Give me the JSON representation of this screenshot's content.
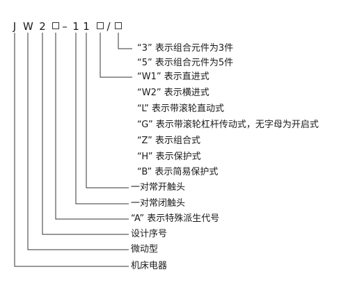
{
  "code": {
    "c1": "J",
    "c2": "W",
    "c3": "2",
    "c5": "–",
    "c6": "1",
    "c7": "1",
    "c9": "/"
  },
  "labels": {
    "qty3": "“3” 表示组合元件为3件",
    "qty5": "“5” 表示组合元件为5件",
    "w1": "“W1” 表示直进式",
    "w2": "“W2” 表示横进式",
    "l": "“L” 表示带滚轮直动式",
    "g": "“G” 表示带滚轮杠杆传动式，无字母为开启式",
    "z": "“Z” 表示组合式",
    "h": "“H” 表示保护式",
    "b": "“B” 表示简易保护式",
    "no": "一对常开触头",
    "nc": "一对常闭触头",
    "a": "“A” 表示特殊派生代号",
    "seq": "设计序号",
    "micro": "微动型",
    "device": "机床电器"
  }
}
